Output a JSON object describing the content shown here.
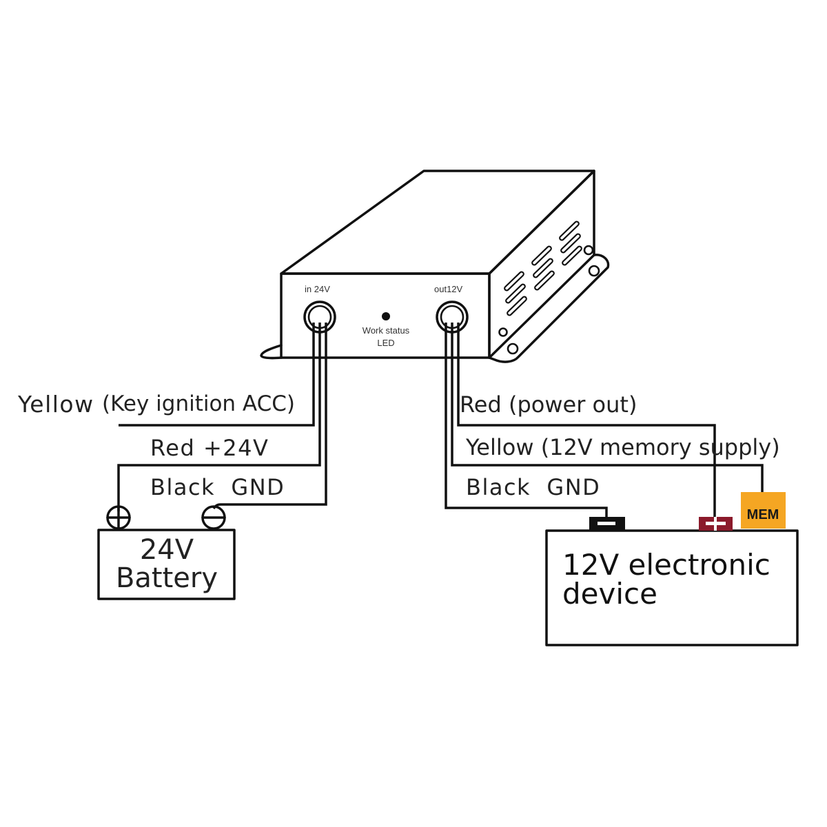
{
  "diagram": {
    "converter": {
      "input_port_label": "in 24V",
      "output_port_label": "out12V",
      "led_label_line1": "Work status",
      "led_label_line2": "LED"
    },
    "input_wires": {
      "yellow_label": "Yellow",
      "yellow_note": "(Key ignition ACC)",
      "red_label": "Red +24V",
      "black_label": "Black  GND"
    },
    "output_wires": {
      "red_label": "Red (power out)",
      "yellow_label": "Yellow (12V memory supply)",
      "black_label": "Black  GND"
    },
    "battery": {
      "line1": "24V",
      "line2": "Battery",
      "positive_symbol": "plus-terminal",
      "negative_symbol": "minus-terminal"
    },
    "device": {
      "line1": "12V electronic",
      "line2": "device",
      "negative_terminal_color": "#111111",
      "positive_terminal_color": "#8b1a2b",
      "mem_label": "MEM",
      "mem_color": "#f5a623"
    }
  }
}
